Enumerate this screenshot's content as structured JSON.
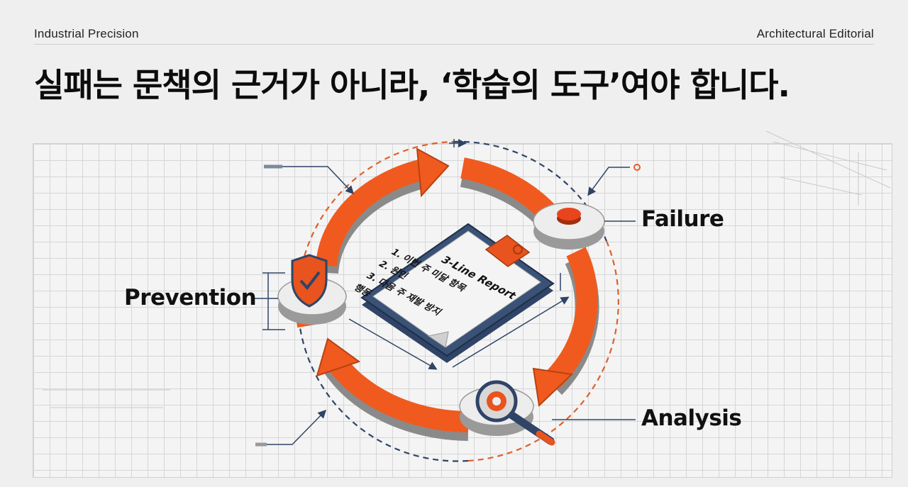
{
  "header": {
    "left_label": "Industrial Precision",
    "right_label": "Architectural Editorial"
  },
  "headline": "실패는 문책의 근거가 아니라, ‘학습의 도구’여야 합니다.",
  "cycle": {
    "stages": {
      "failure": "Failure",
      "analysis": "Analysis",
      "prevention": "Prevention"
    },
    "report": {
      "title": "3-Line Report",
      "lines": [
        "1. 이번 주 미달 항목",
        "2. 원인",
        "3. 다음 주 재발 방지",
        "행동"
      ]
    }
  },
  "colors": {
    "accent": "#f05a1e",
    "navy": "#2f4466",
    "background": "#efefef"
  }
}
